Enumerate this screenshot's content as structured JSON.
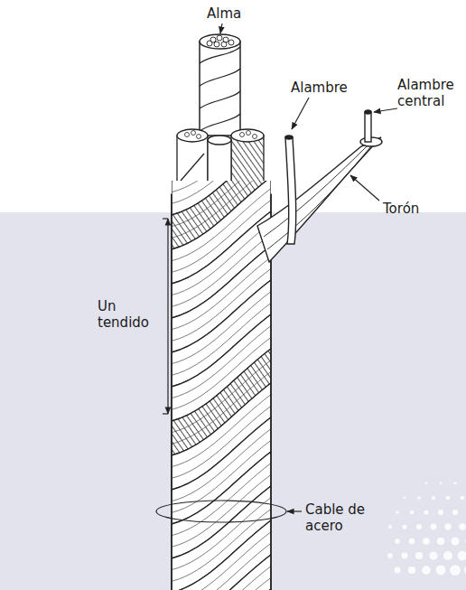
{
  "diagram": {
    "labels": [
      "Alma",
      "Alambre",
      "Alambre central",
      "Torón",
      "Un tendido",
      "Cable de acero"
    ]
  }
}
